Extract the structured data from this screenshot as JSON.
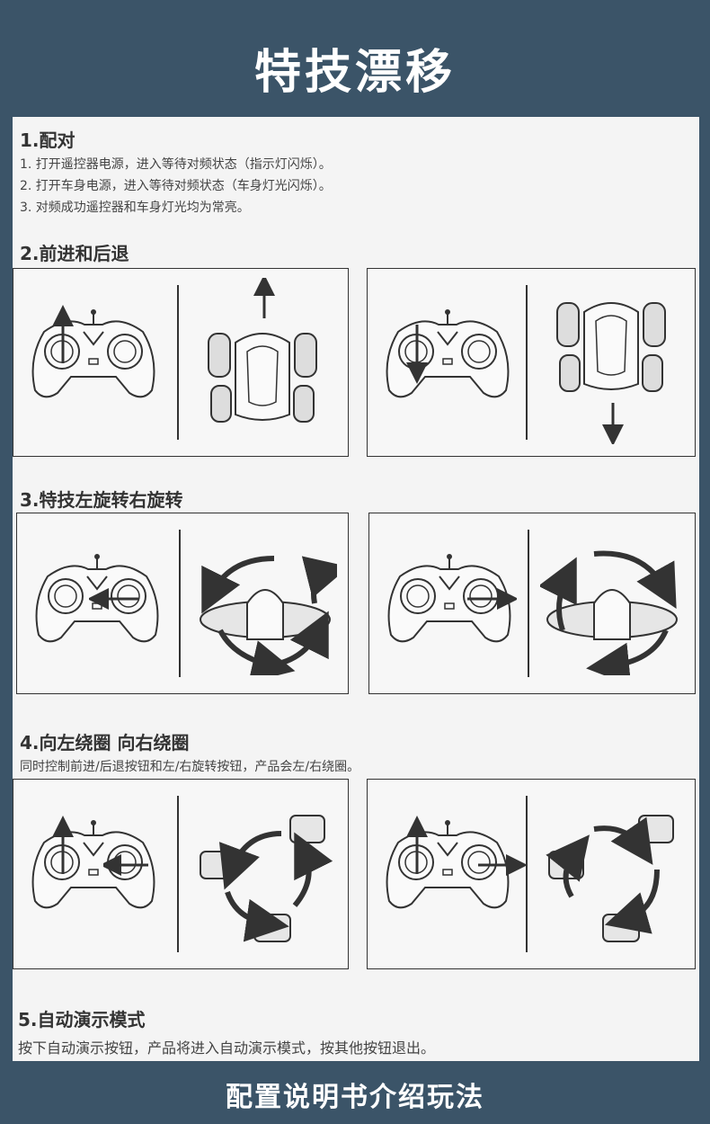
{
  "banner": {
    "title": "特技漂移"
  },
  "footer": {
    "title": "配置说明书介绍玩法"
  },
  "sections": {
    "pairing": {
      "heading": "1.配对",
      "steps": [
        "1. 打开遥控器电源，进入等待对频状态（指示灯闪烁）。",
        "2. 打开车身电源，进入等待对频状态（车身灯光闪烁）。",
        "3. 对频成功遥控器和车身灯光均为常亮。"
      ]
    },
    "forward_back": {
      "heading": "2.前进和后退"
    },
    "spin": {
      "heading": "3.特技左旋转右旋转"
    },
    "circle": {
      "heading": "4.向左绕圈 向右绕圈",
      "desc": "同时控制前进/后退按钮和左/右旋转按钮，产品会左/右绕圈。"
    },
    "demo": {
      "heading": "5.自动演示模式",
      "desc": "按下自动演示按钮，产品将进入自动演示模式，按其他按钮退出。"
    }
  },
  "icons": [
    "controller-icon",
    "car-icon",
    "arrow-up-icon",
    "arrow-down-icon",
    "rotate-icon"
  ],
  "colors": {
    "banner_bg": "#3b5468",
    "paper_bg": "#f4f4f4",
    "ink": "#333333"
  }
}
